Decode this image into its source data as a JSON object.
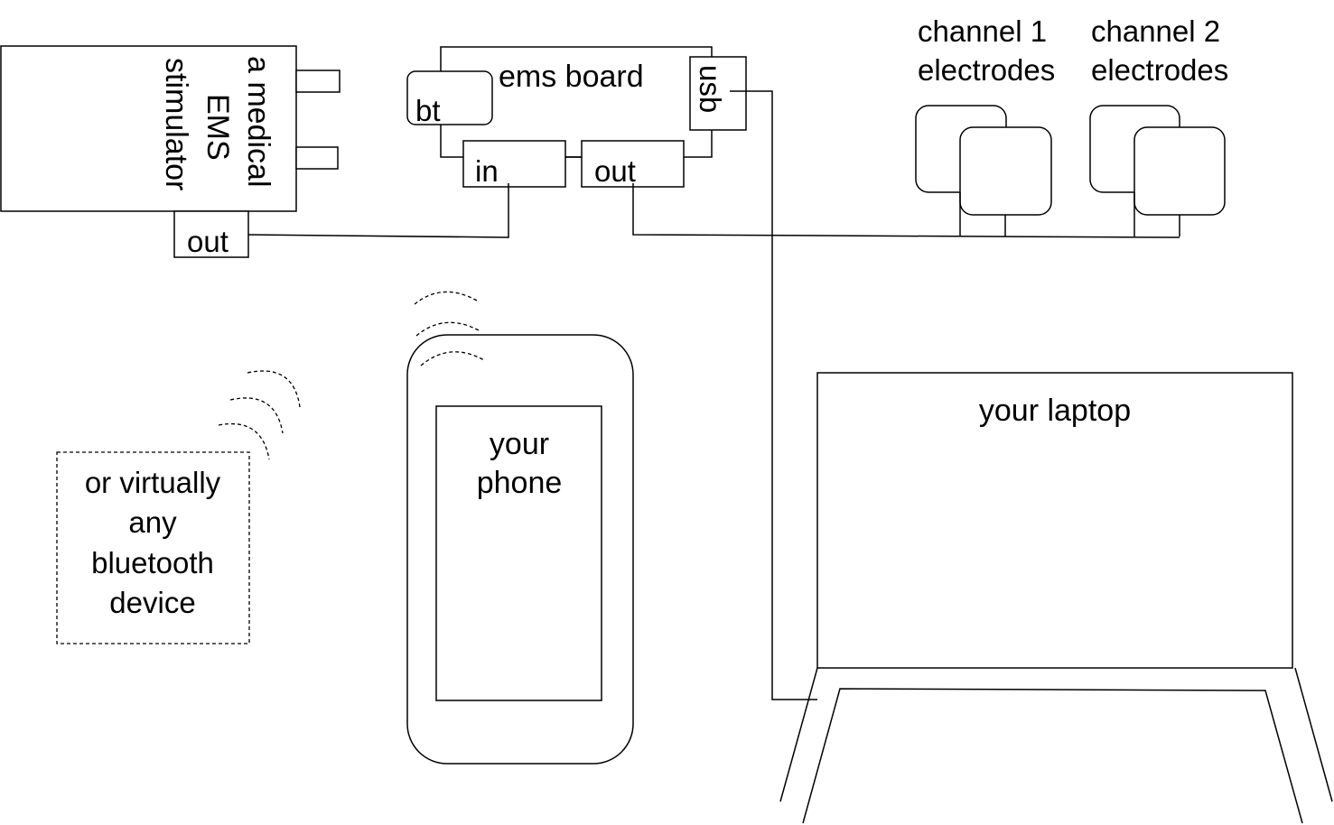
{
  "stimulator": {
    "label_line1": "a medical",
    "label_line2": "EMS",
    "label_line3": "stimulator",
    "out_label": "out"
  },
  "ems_board": {
    "title": "ems board",
    "bt_label": "bt",
    "usb_label": "usb",
    "in_label": "in",
    "out_label": "out"
  },
  "electrodes": {
    "channel1_line1": "channel 1",
    "channel1_line2": "electrodes",
    "channel2_line1": "channel 2",
    "channel2_line2": "electrodes"
  },
  "phone": {
    "label_line1": "your",
    "label_line2": "phone"
  },
  "bluetooth_device": {
    "line1": "or virtually",
    "line2": "any",
    "line3": "bluetooth",
    "line4": "device"
  },
  "laptop": {
    "label": "your laptop"
  }
}
